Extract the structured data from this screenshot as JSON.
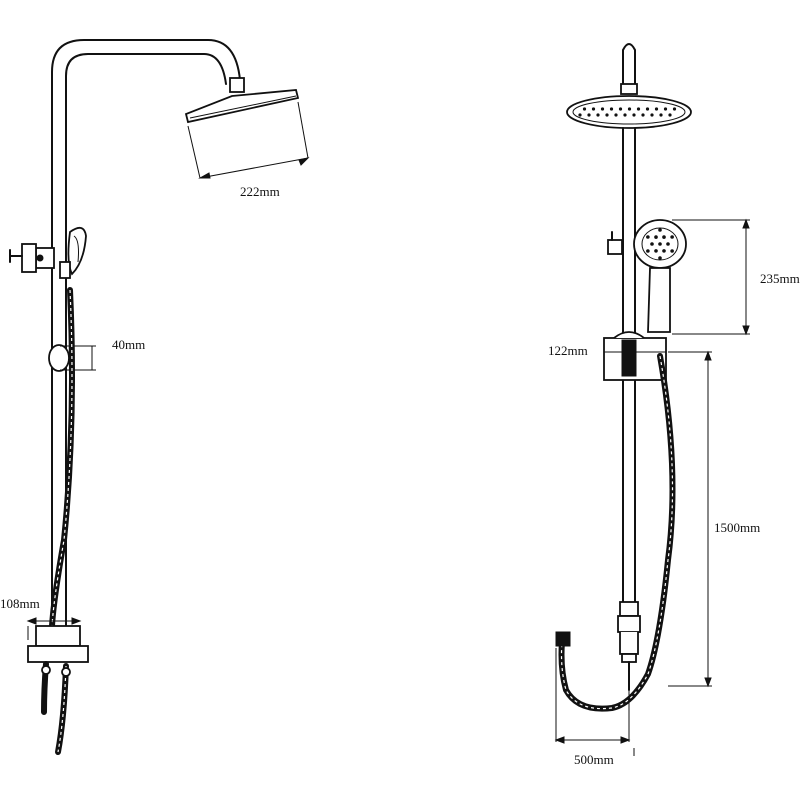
{
  "diagram": {
    "labels": {
      "head_width": "222mm",
      "bar_spacing": "40mm",
      "left_width": "108mm",
      "handheld_height": "235mm",
      "bracket_width": "122mm",
      "hose_length": "1500mm",
      "bottom_width": "500mm"
    },
    "line_color": "#111111",
    "background_color": "#ffffff"
  }
}
